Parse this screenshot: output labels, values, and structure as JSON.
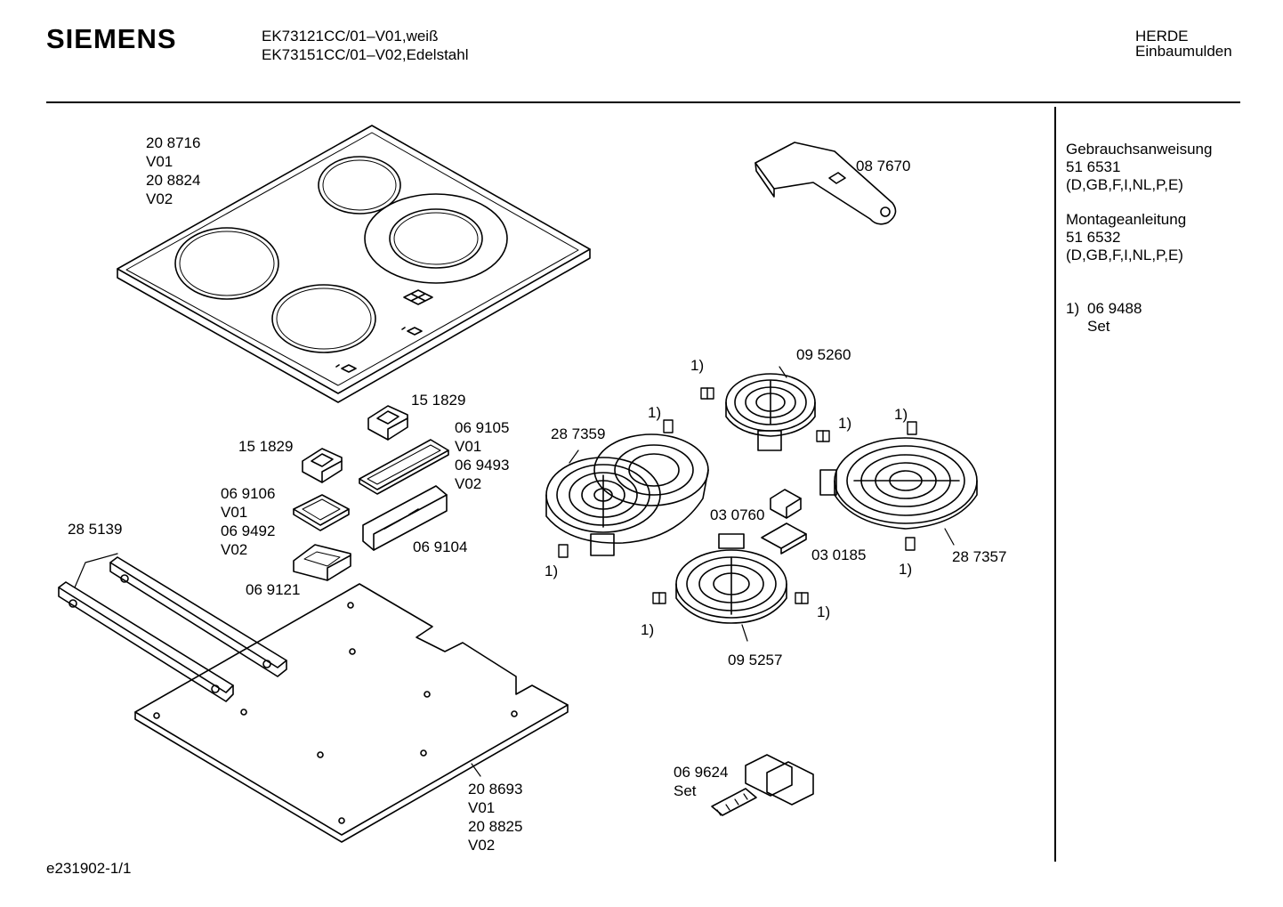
{
  "header": {
    "brand": "SIEMENS",
    "model_line_1": "EK73121CC/01–V01,weiß",
    "model_line_2": "EK73151CC/01–V02,Edelstahl",
    "category_line_1": "HERDE",
    "category_line_2": "Einbaumulden"
  },
  "sidebar": {
    "manual_title": "Gebrauchsanweisung",
    "manual_number": "51 6531",
    "manual_langs": "(D,GB,F,I,NL,P,E)",
    "assembly_title": "Montageanleitung",
    "assembly_number": "51 6532",
    "assembly_langs": "(D,GB,F,I,NL,P,E)",
    "note_marker": "1)",
    "note_number": "06 9488",
    "note_text": "Set"
  },
  "footer": {
    "doc_id": "e231902-1/1"
  },
  "labels": {
    "cooktop": [
      "20 8716",
      "V01",
      "20 8824",
      "V02"
    ],
    "scraper": "08 7670",
    "switch_top": "15 1829",
    "switch_left": "15 1829",
    "frame": [
      "06 9105",
      "V01",
      "06 9493",
      "V02"
    ],
    "cover": [
      "06 9106",
      "V01",
      "06 9492",
      "V02"
    ],
    "housing": "06 9104",
    "holder": "06 9121",
    "rails": "28 5139",
    "base_plate": [
      "20 8693",
      "V01",
      "20 8825",
      "V02"
    ],
    "heater_dual": "28 7359",
    "heater_small": "09 5260",
    "heater_large": "28 7357",
    "heater_front": "09 5257",
    "limiter_a": "03 0760",
    "limiter_b": "03 0185",
    "connector_set": [
      "06 9624",
      "Set"
    ],
    "note": "1)"
  }
}
